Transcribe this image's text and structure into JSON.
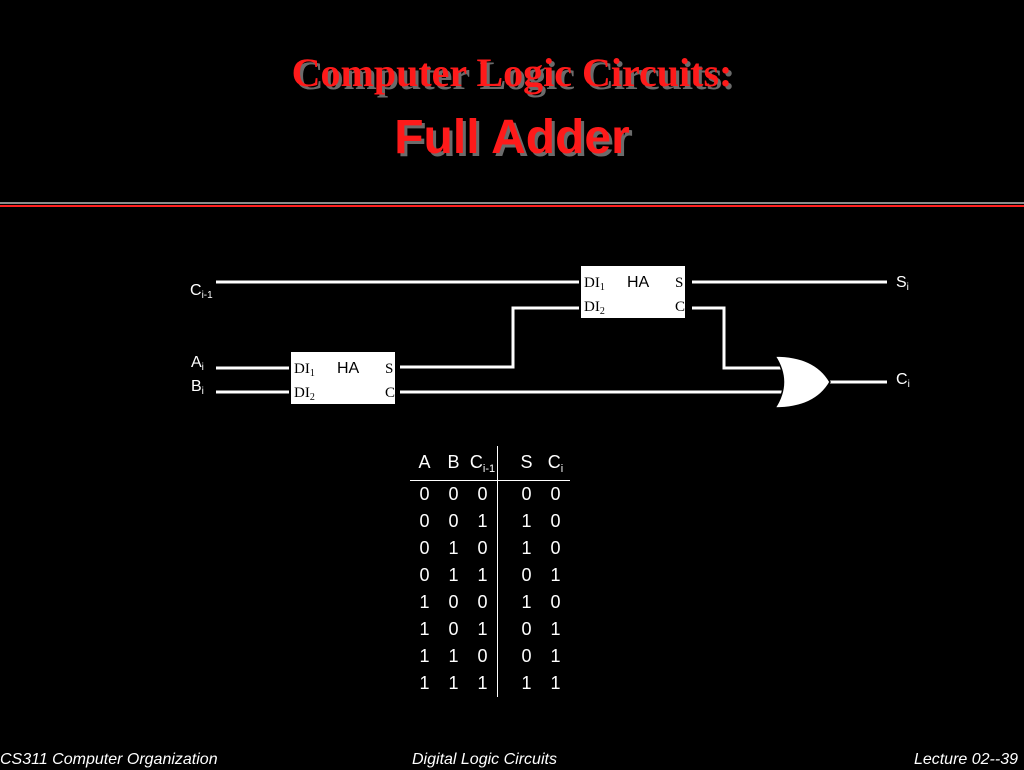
{
  "title": {
    "line1": "Computer Logic Circuits:",
    "line2": "Full Adder"
  },
  "circuit": {
    "inputs": {
      "carry_in": {
        "base": "C",
        "sub": "i-1"
      },
      "a": {
        "base": "A",
        "sub": "i"
      },
      "b": {
        "base": "B",
        "sub": "i"
      }
    },
    "outputs": {
      "sum": {
        "base": "S",
        "sub": "i"
      },
      "carry_out": {
        "base": "C",
        "sub": "i"
      }
    },
    "half_adders": [
      {
        "name": "HA",
        "in1": "DI",
        "in1_sub": "1",
        "in2": "DI",
        "in2_sub": "2",
        "out1": "S",
        "out2": "C"
      },
      {
        "name": "HA",
        "in1": "DI",
        "in1_sub": "1",
        "in2": "DI",
        "in2_sub": "2",
        "out1": "S",
        "out2": "C"
      }
    ]
  },
  "truth_table": {
    "headers": [
      {
        "base": "A",
        "sub": ""
      },
      {
        "base": "B",
        "sub": ""
      },
      {
        "base": "C",
        "sub": "i-1"
      },
      {
        "base": "S",
        "sub": ""
      },
      {
        "base": "C",
        "sub": "i"
      }
    ],
    "rows": [
      [
        "0",
        "0",
        "0",
        "0",
        "0"
      ],
      [
        "0",
        "0",
        "1",
        "1",
        "0"
      ],
      [
        "0",
        "1",
        "0",
        "1",
        "0"
      ],
      [
        "0",
        "1",
        "1",
        "0",
        "1"
      ],
      [
        "1",
        "0",
        "0",
        "1",
        "0"
      ],
      [
        "1",
        "0",
        "1",
        "0",
        "1"
      ],
      [
        "1",
        "1",
        "0",
        "0",
        "1"
      ],
      [
        "1",
        "1",
        "1",
        "1",
        "1"
      ]
    ]
  },
  "footer": {
    "left": "CS311 Computer Organization",
    "center": "Digital  Logic Circuits",
    "right": "Lecture 02--39"
  },
  "colors": {
    "background": "#000000",
    "title": "#ff1a1a",
    "rule": "#ff2020",
    "text": "#ffffff"
  }
}
